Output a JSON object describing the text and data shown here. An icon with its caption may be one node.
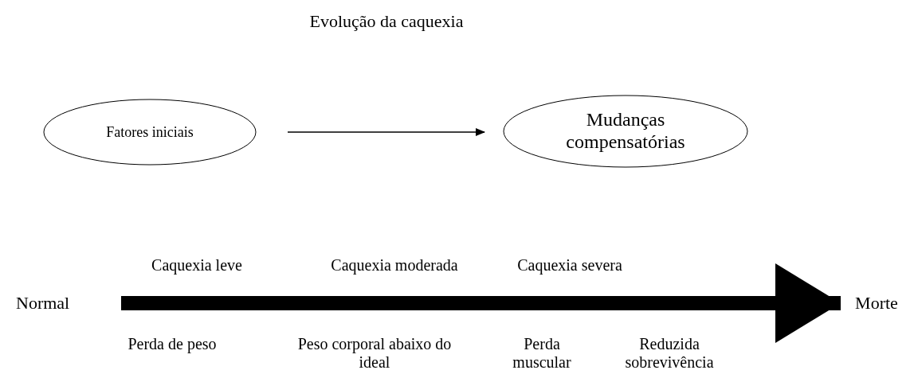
{
  "diagram": {
    "title": "Evolução da caquexia",
    "nodes": [
      {
        "text": [
          "Fatores iniciais"
        ]
      },
      {
        "text": [
          "Mudanças compensatórias"
        ]
      },
      {
        "text": [
          "Normal"
        ]
      },
      {
        "text": [
          "Morte"
        ]
      }
    ],
    "edges": [
      {
        "from": 0,
        "to": 1,
        "arrow": "to"
      },
      {
        "from": 2,
        "to": 3,
        "arrow": "to",
        "style": "thick"
      }
    ],
    "labels": [
      "Caquexia leve",
      "Caquexia moderada",
      "Caquexia severa",
      "Perda de peso",
      "Peso corporal abaixo do ideal",
      "Perda muscular",
      "Reduzida sobrevivência"
    ]
  }
}
